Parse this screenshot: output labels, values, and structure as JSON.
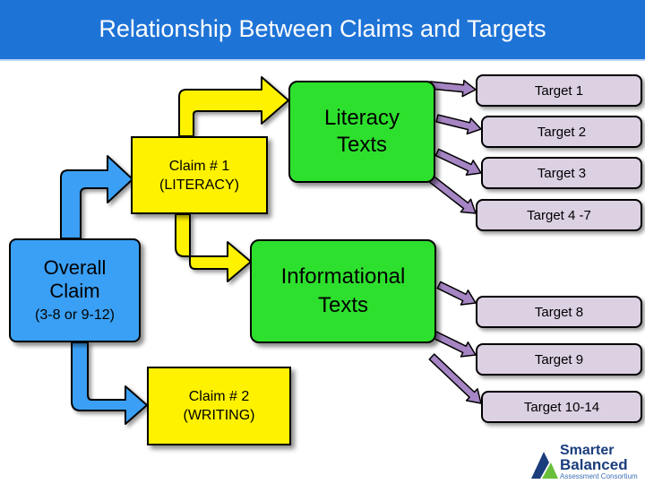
{
  "header": {
    "title": "Relationship Between Claims and Targets"
  },
  "overall": {
    "line1": "Overall",
    "line2": "Claim",
    "sub": "(3-8 or 9-12)"
  },
  "claim1": {
    "line1": "Claim # 1",
    "line2": "(LITERACY)"
  },
  "claim2": {
    "line1": "Claim # 2",
    "line2": "(WRITING)"
  },
  "literacy": {
    "line1": "Literacy",
    "line2": "Texts"
  },
  "informational": {
    "line1": "Informational",
    "line2": "Texts"
  },
  "targets": [
    {
      "label": "Target 1"
    },
    {
      "label": "Target 2"
    },
    {
      "label": "Target 3"
    },
    {
      "label": "Target 4 -7"
    },
    {
      "label": "Target 8"
    },
    {
      "label": "Target 9"
    },
    {
      "label": "Target 10-14"
    }
  ],
  "logo": {
    "line1": "Smarter",
    "line2": "Balanced",
    "line3": "Assessment Consortium"
  },
  "colors": {
    "header": "#1e73d6",
    "claim_box": "#fff200",
    "text_box": "#2ee02e",
    "overall_box": "#3aa0f5",
    "target_box": "#dcd0e3",
    "target_arrow": "#a685c4"
  }
}
